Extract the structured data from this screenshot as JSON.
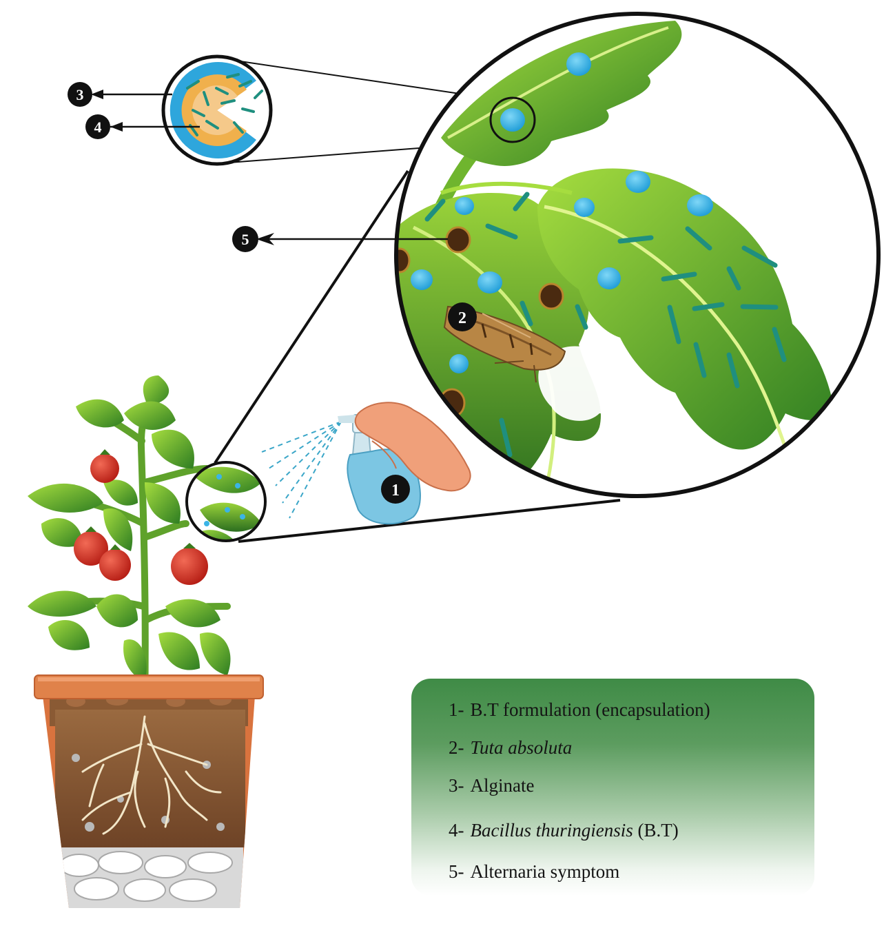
{
  "markers": {
    "m1": "1",
    "m2": "2",
    "m3": "3",
    "m4": "4",
    "m5": "5"
  },
  "legend": {
    "items": [
      {
        "num": "1-",
        "italic": "",
        "text": "B.T formulation (encapsulation)"
      },
      {
        "num": "2-",
        "italic": "Tuta absoluta",
        "text": ""
      },
      {
        "num": "3-",
        "italic": "",
        "text": "Alginate"
      },
      {
        "num": "4-",
        "italic": "Bacillus thuringiensis",
        "text": " (B.T)"
      },
      {
        "num": "5-",
        "italic": "",
        "text": "Alternaria symptom"
      }
    ]
  },
  "colors": {
    "leaf_dark": "#2f7a2a",
    "leaf_light": "#8fd13a",
    "droplet": "#3bb4e6",
    "bacteria": "#1f8f7f",
    "lesion": "#4a2a10",
    "tomato": "#d42a1e",
    "pot": "#d9733e",
    "soil": "#8a5a34"
  }
}
